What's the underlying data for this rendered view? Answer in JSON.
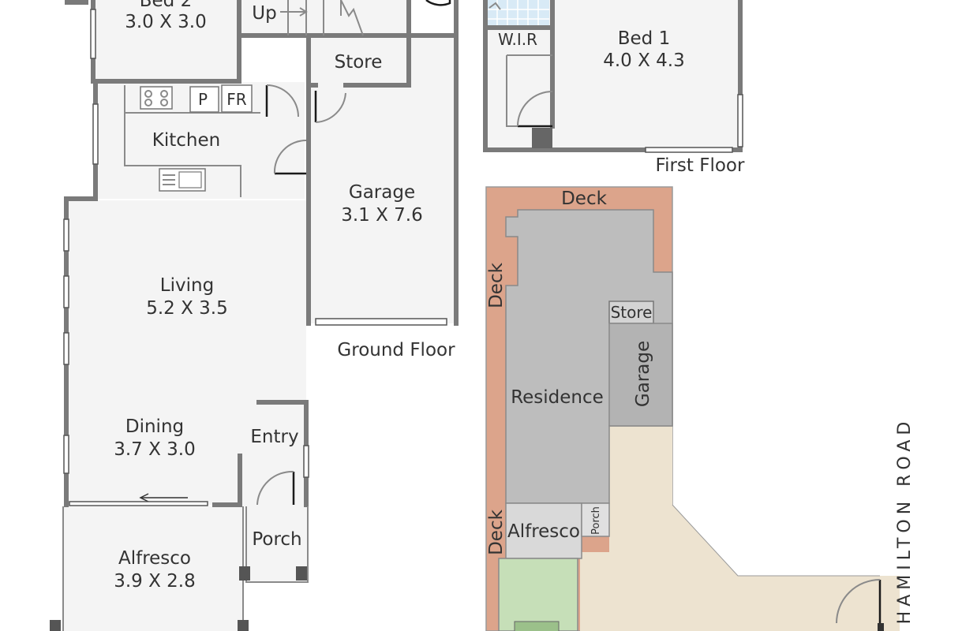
{
  "ground_floor": {
    "caption": "Ground Floor",
    "rooms": {
      "bed2": {
        "name": "Bed 2",
        "size": "3.0 X 3.0"
      },
      "up": "Up",
      "store": "Store",
      "pantry": "P",
      "fridge": "FR",
      "kitchen": "Kitchen",
      "garage": {
        "name": "Garage",
        "size": "3.1 X 7.6"
      },
      "living": {
        "name": "Living",
        "size": "5.2 X 3.5"
      },
      "dining": {
        "name": "Dining",
        "size": "3.7 X 3.0"
      },
      "entry": "Entry",
      "porch": "Porch",
      "alfresco": {
        "name": "Alfresco",
        "size": "3.9 X 2.8"
      }
    }
  },
  "first_floor": {
    "caption": "First Floor",
    "rooms": {
      "wir": "W.I.R",
      "bed1": {
        "name": "Bed 1",
        "size": "4.0 X 4.3"
      }
    }
  },
  "site_plan": {
    "deck_top": "Deck",
    "deck_left_upper": "Deck",
    "deck_left_lower": "Deck",
    "store": "Store",
    "garage": "Garage",
    "residence": "Residence",
    "alfresco": "Alfresco",
    "porch": "Porch",
    "road": "HAMILTON ROAD",
    "colors": {
      "deck": "#dca48b",
      "residence": "#bdbdbd",
      "garage": "#b3b3b3",
      "driveway": "#ede3d0",
      "lawn": "#c6dfb8",
      "alfresco": "#d9d9d9"
    }
  }
}
